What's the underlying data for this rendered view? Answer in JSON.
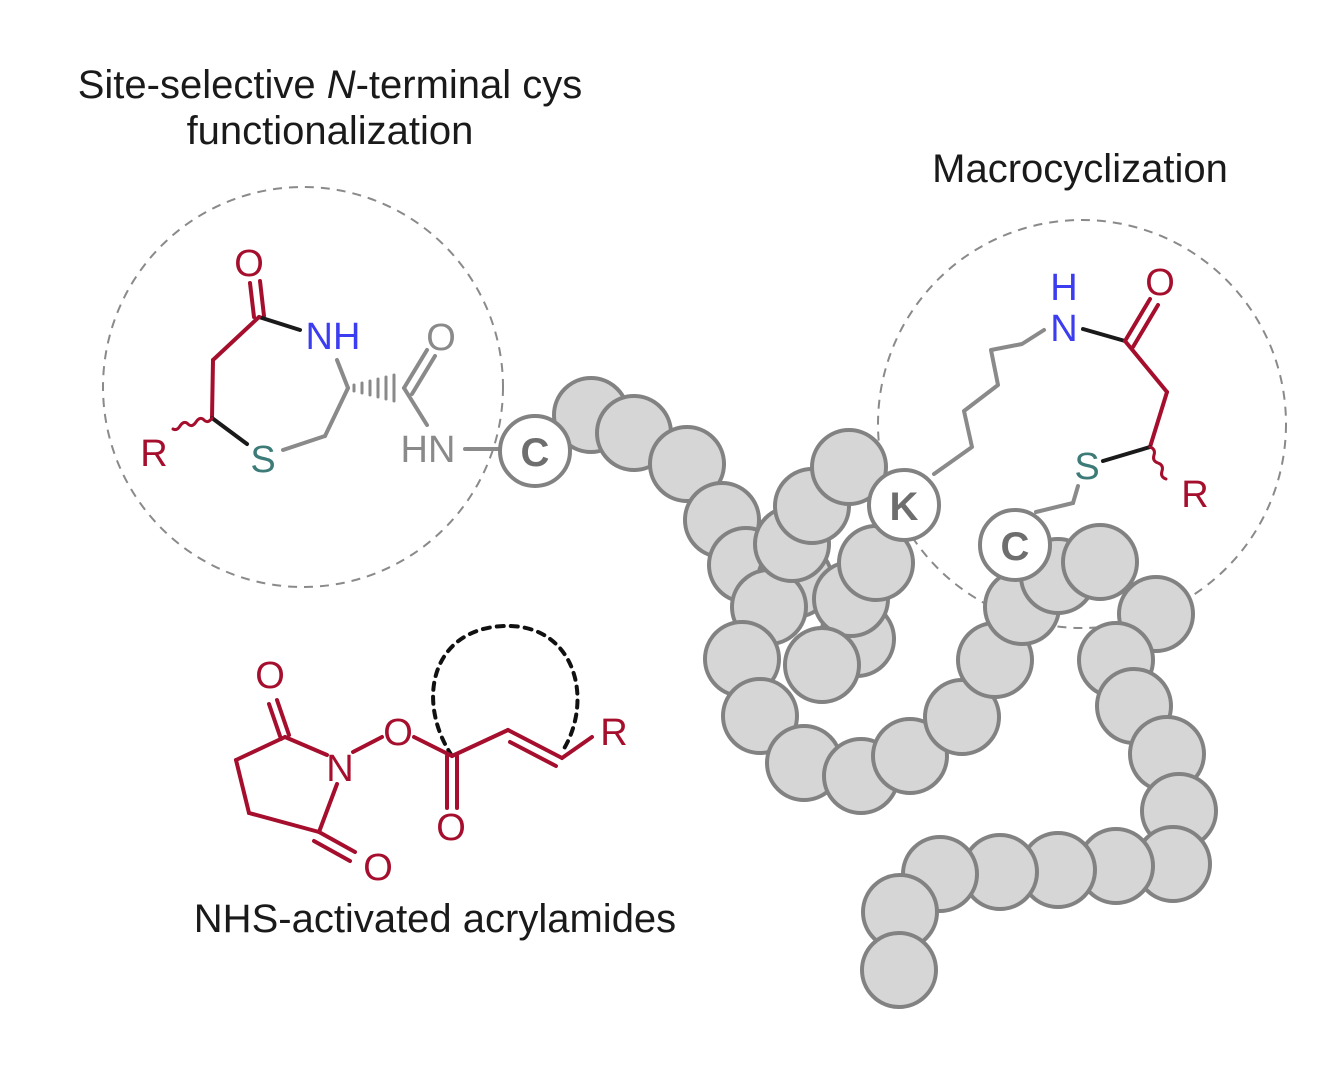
{
  "captions": {
    "left_line1_a": "Site-selective ",
    "left_line1_italic": "N",
    "left_line1_b": "-terminal cys",
    "left_line2": "functionalization",
    "right": "Macrocyclization",
    "bottom": "NHS-activated acrylamides"
  },
  "thiazepanone": {
    "O": "O",
    "NH": "NH",
    "S": "S",
    "R": "R",
    "amide_O": "O",
    "amide_HN": "HN"
  },
  "nhs_ester": {
    "ring_O_top": "O",
    "ring_O_bottom": "O",
    "N": "N",
    "ester_O": "O",
    "carbonyl_O": "O",
    "R": "R"
  },
  "macrocycle": {
    "H": "H",
    "N": "N",
    "O": "O",
    "S": "S",
    "R": "R"
  },
  "residues": {
    "c_left": "C",
    "k": "K",
    "c_right": "C"
  },
  "colors": {
    "red": "#a50f2d",
    "blue": "#3c3cf0",
    "teal": "#3d7b78",
    "gray_bond": "#8a8a8a",
    "bead_fill": "#d6d6d6",
    "bead_stroke": "#828282",
    "text": "#1a1a1a"
  }
}
